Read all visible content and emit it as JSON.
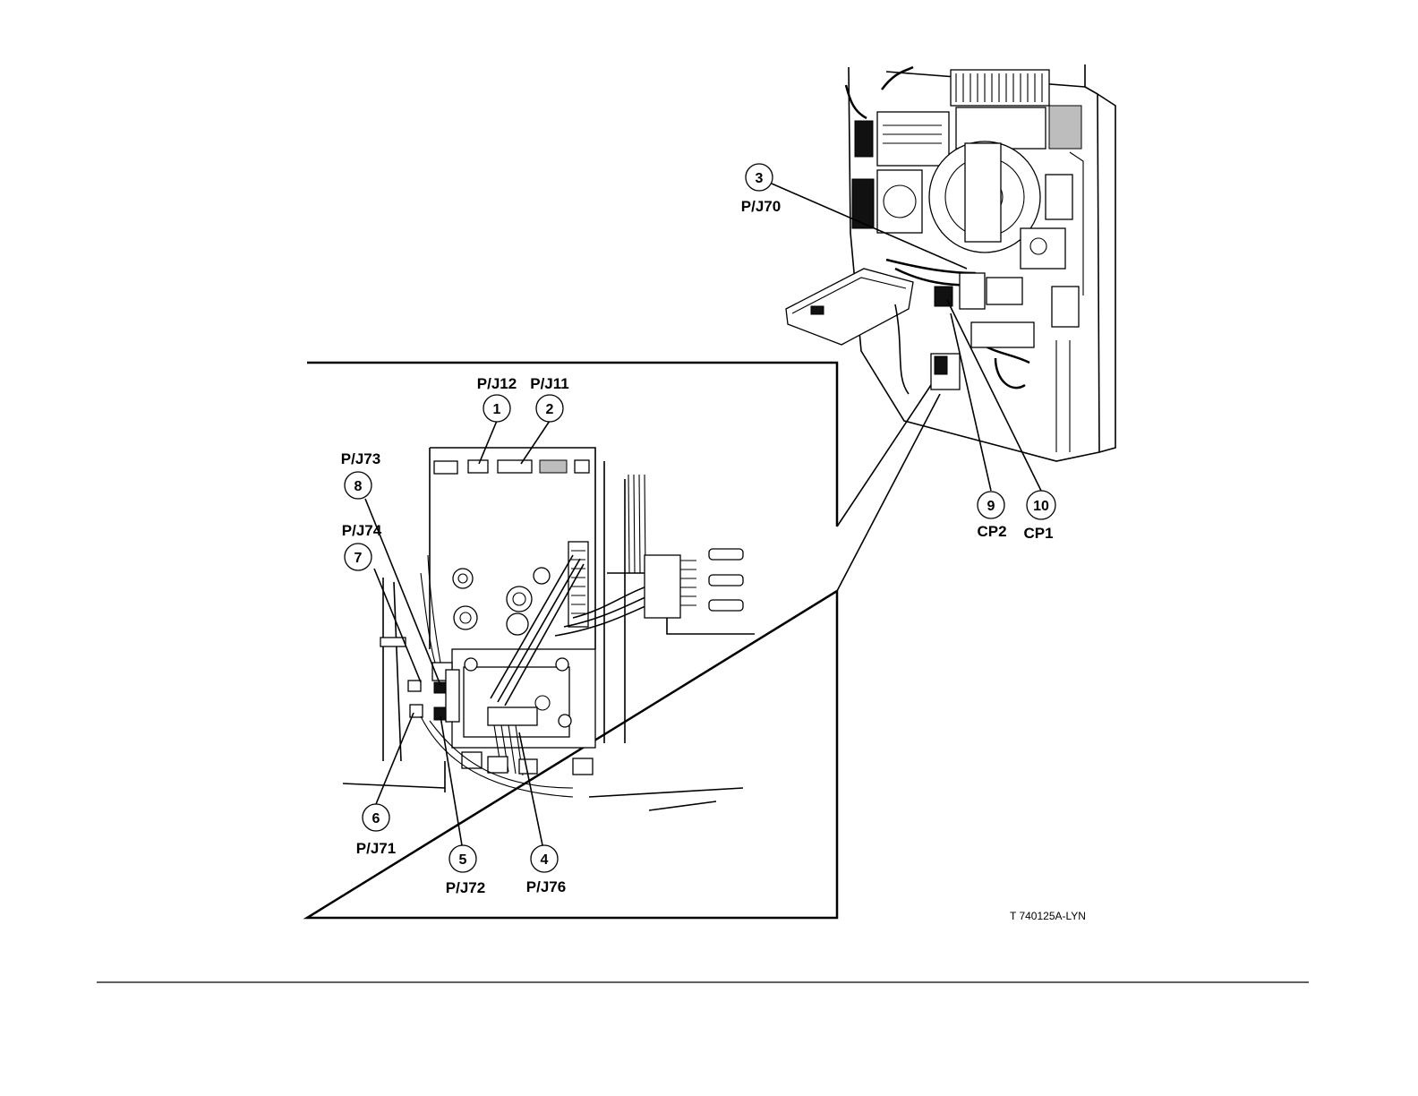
{
  "callouts": [
    {
      "number": "1",
      "label": "P/J12"
    },
    {
      "number": "2",
      "label": "P/J11"
    },
    {
      "number": "3",
      "label": "P/J70"
    },
    {
      "number": "4",
      "label": "P/J76"
    },
    {
      "number": "5",
      "label": "P/J72"
    },
    {
      "number": "6",
      "label": "P/J71"
    },
    {
      "number": "7",
      "label": "P/J74"
    },
    {
      "number": "8",
      "label": "P/J73"
    },
    {
      "number": "9",
      "label": "CP2"
    },
    {
      "number": "10",
      "label": "CP1"
    }
  ],
  "figure_code": "T 740125A-LYN"
}
